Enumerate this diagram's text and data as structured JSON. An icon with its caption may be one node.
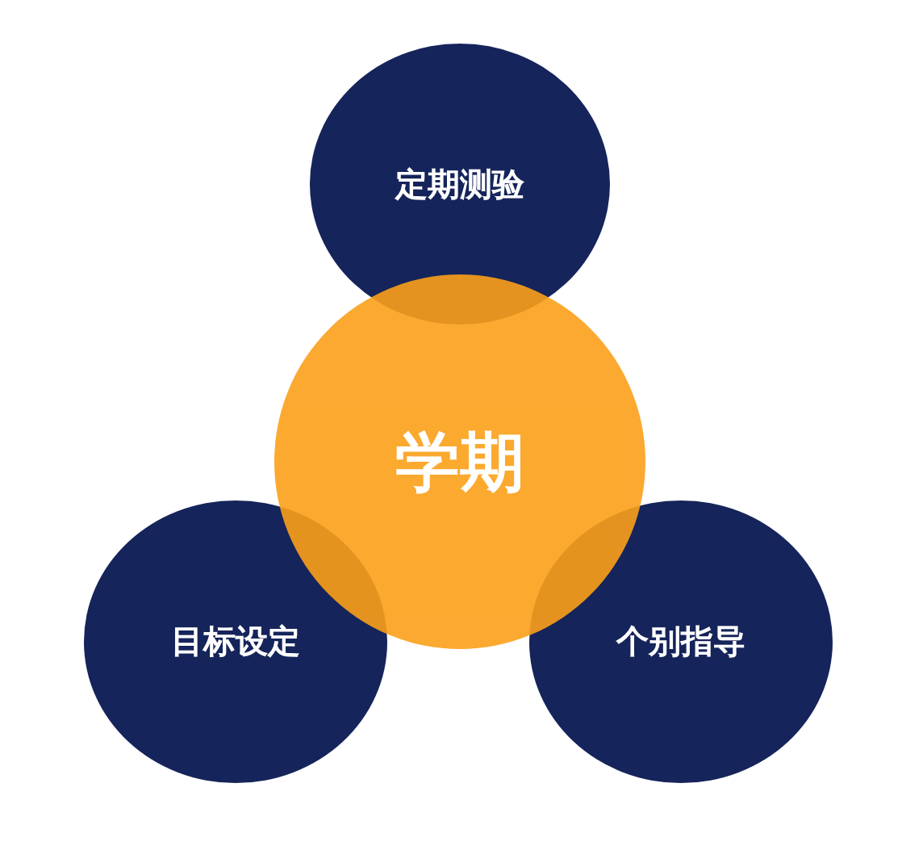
{
  "diagram": {
    "nodes": [
      {
        "text": [
          "定期测验"
        ]
      },
      {
        "text": [
          "学期"
        ]
      },
      {
        "text": [
          "目标设定"
        ]
      },
      {
        "text": [
          "个别指导"
        ]
      }
    ]
  }
}
